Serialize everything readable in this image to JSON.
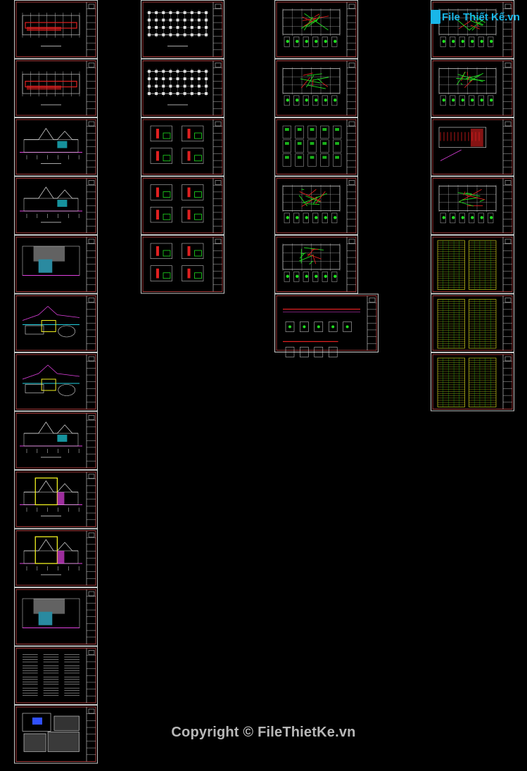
{
  "watermark": {
    "text": "Copyright © FileThietKe.vn"
  },
  "logo": {
    "text": "File Thiết Kế.vn"
  },
  "colors": {
    "background": "#000000",
    "frame_outer": "#c8c8c8",
    "frame_inner": "#c84848",
    "drawing_white": "#e0e0e0",
    "accent_red": "#e02020",
    "accent_green": "#20e020",
    "accent_yellow": "#f0f020",
    "accent_magenta": "#e040e0",
    "accent_cyan": "#20d0e0",
    "accent_blue": "#3050ff",
    "logo": "#19b6e8"
  },
  "columns": [
    {
      "name": "column-1",
      "kinds": [
        "plan-red",
        "plan-red",
        "elevation",
        "elevation",
        "section-hatch",
        "section-blue",
        "section-blue",
        "elevation",
        "elevation-yellow",
        "elevation-yellow",
        "section-hatch",
        "notes",
        "details"
      ]
    },
    {
      "name": "column-2",
      "kinds": [
        "grid-plan",
        "grid-plan",
        "structure-details",
        "structure-details",
        "structure-details"
      ]
    },
    {
      "name": "column-3",
      "kinds": [
        "rebar-plan",
        "rebar-plan",
        "rebar-details",
        "rebar-plan",
        "rebar-plan",
        "beam-sheet"
      ]
    },
    {
      "name": "column-4",
      "kinds": [
        "rebar-plan",
        "rebar-plan",
        "roof-plan",
        "rebar-plan",
        "table",
        "table",
        "table"
      ]
    }
  ]
}
